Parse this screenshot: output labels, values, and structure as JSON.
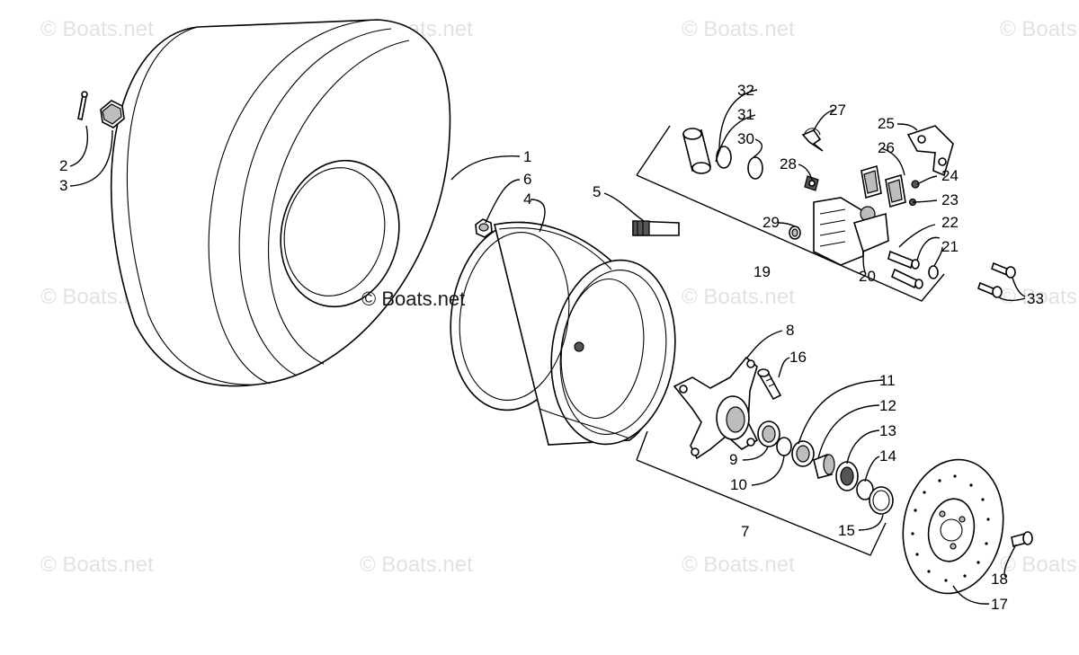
{
  "diagram": {
    "watermark_text": "© Boats.net",
    "center_watermark_text": "© Boats.net",
    "callouts": [
      "1",
      "2",
      "3",
      "4",
      "5",
      "6",
      "7",
      "8",
      "9",
      "10",
      "11",
      "12",
      "13",
      "14",
      "15",
      "16",
      "17",
      "18",
      "19",
      "20",
      "21",
      "22",
      "23",
      "24",
      "25",
      "26",
      "27",
      "28",
      "29",
      "30",
      "31",
      "32",
      "33"
    ]
  }
}
